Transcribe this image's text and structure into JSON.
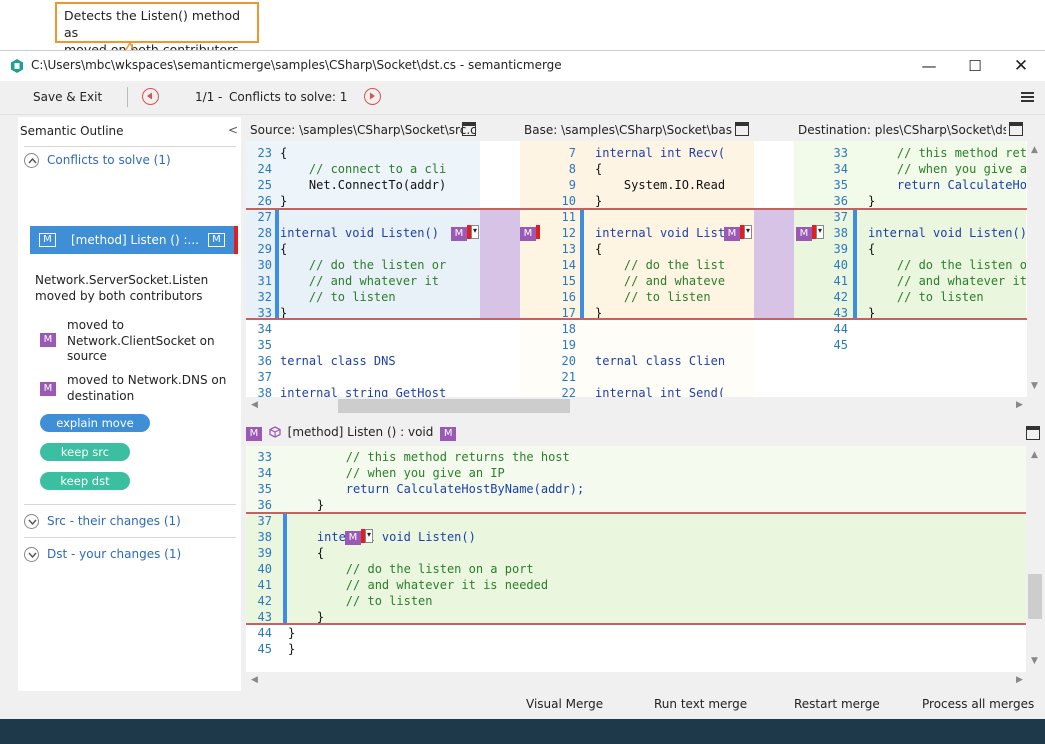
{
  "callout": {
    "line1": "Detects the Listen() method as",
    "line2": "moved on both contributors"
  },
  "window": {
    "title": "C:\\Users\\mbc\\wkspaces\\semanticmerge\\samples\\CSharp\\Socket\\dst.cs - semanticmerge"
  },
  "toolbar": {
    "save_exit": "Save & Exit",
    "conflict_index": "1/1",
    "separator": "-",
    "conflicts_to_solve": "Conflicts to solve: 1"
  },
  "outline": {
    "title": "Semantic Outline",
    "collapse": "<",
    "conflicts_section": "Conflicts to solve (1)",
    "conflict_item": {
      "badge_left": "M",
      "label": "[method] Listen () :...",
      "badge_right": "M"
    },
    "detail_title_line1": "Network.ServerSocket.Listen",
    "detail_title_line2": "moved by both contributors",
    "src_detail": {
      "badge": "M",
      "line1": "moved to",
      "line2": "Network.ClientSocket on",
      "line3": "source"
    },
    "dst_detail": {
      "badge": "M",
      "line1": "moved to Network.DNS on",
      "line2": "destination"
    },
    "explain_move": "explain move",
    "keep_src": "keep src",
    "keep_dst": "keep dst",
    "src_section": "Src - their changes (1)",
    "dst_section": "Dst - your changes (1)"
  },
  "panes": {
    "source": {
      "header": "Source: \\samples\\CSharp\\Socket\\src.cs",
      "color": "#c5dcf0"
    },
    "base": {
      "header": "Base: \\samples\\CSharp\\Socket\\base.cs",
      "color": "#fde3b4"
    },
    "destination": {
      "header": "Destination: ples\\CSharp\\Socket\\dst.cs",
      "color": "#c7ebb1"
    }
  },
  "result": {
    "header": "[method] Listen () : void",
    "badge": "M"
  },
  "actions": {
    "visual_merge": "Visual Merge",
    "run_text_merge": "Run text merge",
    "restart_merge": "Restart merge",
    "process_all": "Process all merges"
  },
  "code": {
    "src": {
      "numbers": [
        "23",
        "24",
        "25",
        "26",
        "27",
        "28",
        "29",
        "30",
        "31",
        "32",
        "33",
        "34",
        "35",
        "36",
        "37",
        "38"
      ],
      "lines": [
        "{",
        "    // connect to a cli",
        "    Net.ConnectTo(addr)",
        "}",
        "",
        "internal void Listen()",
        "{",
        "    // do the listen or",
        "    // and whatever it",
        "    // to listen",
        "}",
        "",
        "",
        "ternal class DNS",
        "",
        "internal string GetHost"
      ]
    },
    "base": {
      "numbers": [
        "7",
        "8",
        "9",
        "10",
        "11",
        "12",
        "13",
        "14",
        "15",
        "16",
        "17",
        "18",
        "19",
        "20",
        "21",
        "22"
      ],
      "lines": [
        "internal int Recv(",
        "{",
        "    System.IO.Read",
        "}",
        "",
        "internal void Liste",
        "{",
        "    // do the liste",
        "    // and whateve",
        "    // to listen",
        "}",
        "",
        "",
        "ternal class ClientS",
        "",
        "internal int Send("
      ]
    },
    "dst": {
      "numbers": [
        "33",
        "34",
        "35",
        "36",
        "37",
        "38",
        "39",
        "40",
        "41",
        "42",
        "43",
        "44",
        "45"
      ],
      "lines": [
        "    // this method retu",
        "    // when you give an",
        "    return CalculateHos",
        "}",
        "",
        "internal void Listen()",
        "{",
        "    // do the listen on",
        "    // and whatever it",
        "    // to listen",
        "}",
        "",
        ""
      ]
    },
    "result": {
      "numbers": [
        "33",
        "34",
        "35",
        "36",
        "37",
        "38",
        "39",
        "40",
        "41",
        "42",
        "43",
        "44",
        "45"
      ],
      "lines": [
        "        // this method returns the host",
        "        // when you give an IP",
        "        return CalculateHostByName(addr);",
        "    }",
        "",
        "    internal void Listen()",
        "    {",
        "        // do the listen on a port",
        "        // and whatever it is needed",
        "        // to listen",
        "    }",
        "}",
        "}"
      ]
    }
  }
}
